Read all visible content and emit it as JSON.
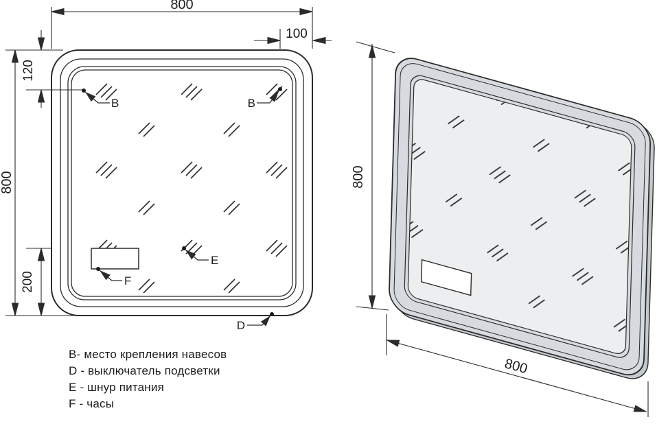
{
  "front_view": {
    "dim_top_width": "800",
    "dim_top_right_offset": "100",
    "dim_left_height": "800",
    "dim_left_top_offset": "120",
    "dim_left_bottom_offset": "200",
    "marker_b_left": "B",
    "marker_b_right": "B",
    "marker_d": "D",
    "marker_e": "E",
    "marker_f": "F"
  },
  "perspective_view": {
    "dim_height": "800",
    "dim_width": "800"
  },
  "legend": {
    "items": [
      {
        "text": "B- место крепления навесов"
      },
      {
        "text": "D - выключатель подсветки"
      },
      {
        "text": "E - шнур питания"
      },
      {
        "text": "F - часы"
      }
    ]
  },
  "colors": {
    "line": "#2b2b2b",
    "frame_fill": "#d7dbdf",
    "frame_side": "#c4c9cd",
    "mirror_face": "#eceef0",
    "background": "#ffffff"
  }
}
